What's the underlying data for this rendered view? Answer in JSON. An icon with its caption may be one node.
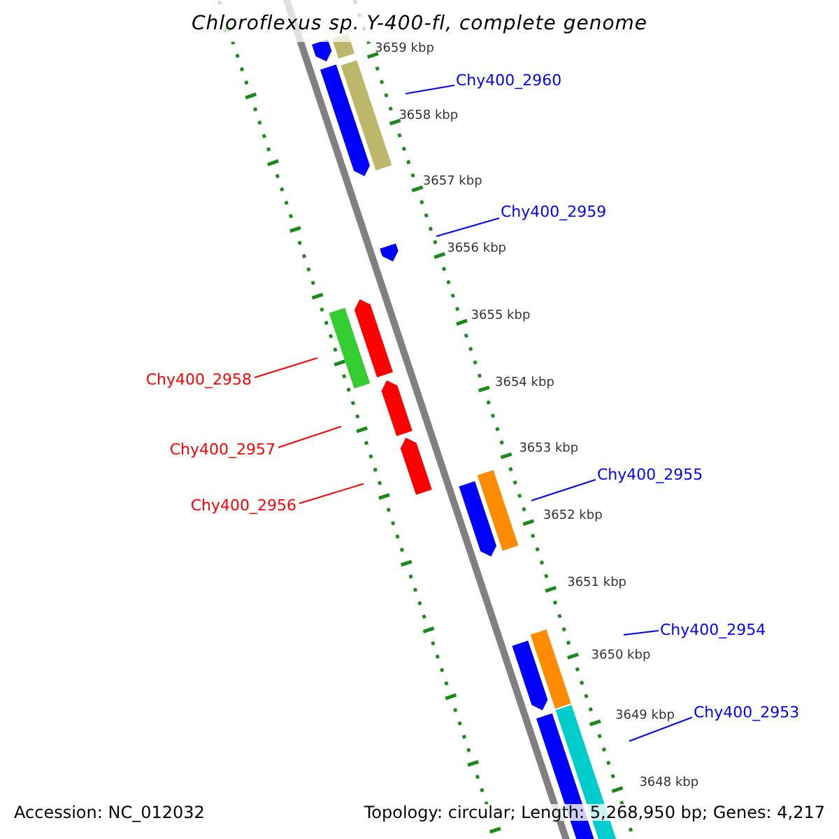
{
  "diagram": {
    "title": "Chloroflexus sp. Y-400-fl, complete genome",
    "nodes": [
      {
        "text": [
          "Chy400_2960"
        ]
      },
      {
        "text": [
          "Chy400_2959"
        ]
      },
      {
        "text": [
          "Chy400_2958"
        ]
      },
      {
        "text": [
          "Chy400_2957"
        ]
      },
      {
        "text": [
          "Chy400_2955"
        ]
      },
      {
        "text": [
          "Chy400_2956"
        ]
      },
      {
        "text": [
          "Chy400_2954"
        ]
      },
      {
        "text": [
          "Chy400_2953"
        ]
      }
    ],
    "edges": [
      {
        "from": 0,
        "to": null,
        "arrow": "none"
      },
      {
        "from": 1,
        "to": null,
        "arrow": "none"
      },
      {
        "from": 2,
        "to": null,
        "arrow": "none",
        "color": "#ff0000"
      },
      {
        "from": 3,
        "to": null,
        "arrow": "none",
        "color": "#ff0000"
      },
      {
        "from": 4,
        "to": null,
        "arrow": "none"
      },
      {
        "from": 5,
        "to": null,
        "arrow": "none",
        "color": "#ff0000"
      },
      {
        "from": 6,
        "to": null,
        "arrow": "none"
      },
      {
        "from": 7,
        "to": null,
        "arrow": "none"
      }
    ],
    "labels": [
      "3659 kbp",
      "3658 kbp",
      "3657 kbp",
      "3656 kbp",
      "3655 kbp",
      "3654 kbp",
      "3653 kbp",
      "3652 kbp",
      "3651 kbp",
      "3650 kbp",
      "3649 kbp",
      "3648 kbp",
      "Accession: NC_012032",
      "Topology: circular; Length: 5,268,950 bp; Genes: 4,217"
    ]
  }
}
